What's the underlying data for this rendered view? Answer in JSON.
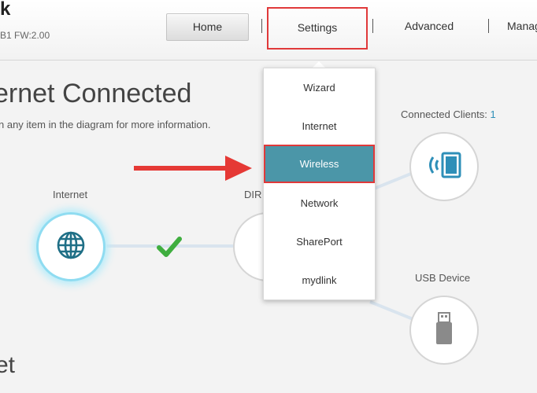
{
  "header": {
    "brand_fragment": "k",
    "model_fw": "B1   FW:2.00",
    "nav": {
      "home": "Home",
      "settings": "Settings",
      "advanced": "Advanced",
      "manage": "Manag"
    }
  },
  "page": {
    "title": "ernet Connected",
    "subtitle": "n any item in the diagram for more information.",
    "section_title": "et"
  },
  "diagram": {
    "internet_label": "Internet",
    "router_label": "DIR",
    "clients_label": "Connected Clients:",
    "clients_count": "1",
    "usb_label": "USB Device"
  },
  "settings_menu": {
    "items": [
      {
        "label": "Wizard"
      },
      {
        "label": "Internet"
      },
      {
        "label": "Wireless"
      },
      {
        "label": "Network"
      },
      {
        "label": "SharePort"
      },
      {
        "label": "mydlink"
      }
    ],
    "selected": "Wireless"
  },
  "colors": {
    "highlight_box": "#e0393a",
    "menu_selected_bg": "#4b96a8",
    "accent_blue": "#2e8fb8",
    "check_green": "#3fae3f",
    "arrow_red": "#e53935"
  }
}
